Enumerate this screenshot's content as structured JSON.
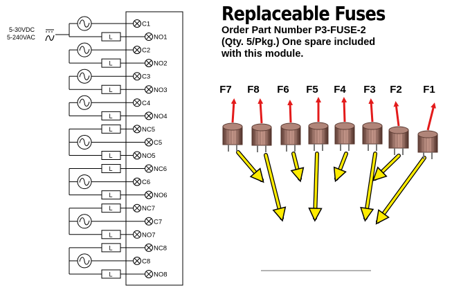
{
  "supply": {
    "dc_label": "5-30VDC",
    "ac_label": "5-240VAC"
  },
  "coil_label": "L",
  "terminals": [
    "C1",
    "NO1",
    "C2",
    "NO2",
    "C3",
    "NO3",
    "C4",
    "NO4",
    "NC5",
    "C5",
    "NO5",
    "NC6",
    "C6",
    "NO6",
    "NC7",
    "C7",
    "NO7",
    "NC8",
    "C8",
    "NO8"
  ],
  "fuse_info": {
    "title": "Replaceable Fuses",
    "line1": "Order Part Number P3-FUSE-2",
    "line2": "(Qty. 5/Pkg.) One spare included",
    "line3": "with this module."
  },
  "fuses": [
    {
      "label": "F7"
    },
    {
      "label": "F8"
    },
    {
      "label": "F6"
    },
    {
      "label": "F5"
    },
    {
      "label": "F4"
    },
    {
      "label": "F3"
    },
    {
      "label": "F2"
    },
    {
      "label": "F1"
    }
  ],
  "colors": {
    "fuse_body": "#b08579",
    "fuse_dark": "#5a3a32",
    "arrow_red": "#e31b1b",
    "arrow_yellow": "#ffec00"
  }
}
